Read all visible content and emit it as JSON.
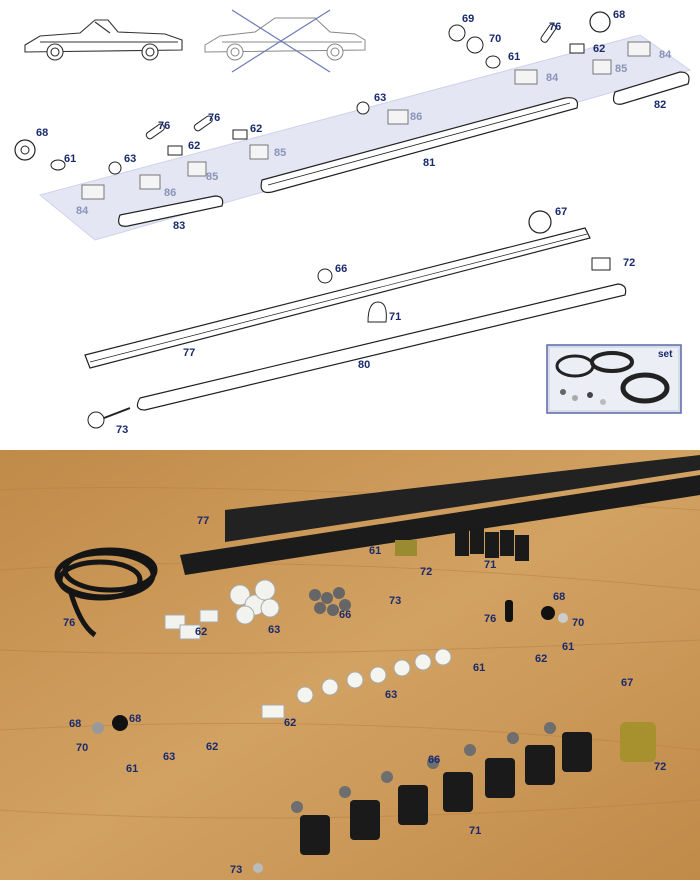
{
  "diagram": {
    "set_label": "set",
    "callouts_dark": [
      {
        "id": "c69",
        "text": "69"
      },
      {
        "id": "c68a",
        "text": "68"
      },
      {
        "id": "c70",
        "text": "70"
      },
      {
        "id": "c76a",
        "text": "76"
      },
      {
        "id": "c62a",
        "text": "62"
      },
      {
        "id": "c61a",
        "text": "61"
      },
      {
        "id": "c82",
        "text": "82"
      },
      {
        "id": "c63a",
        "text": "63"
      },
      {
        "id": "c68b",
        "text": "68"
      },
      {
        "id": "c61b",
        "text": "61"
      },
      {
        "id": "c76b",
        "text": "76"
      },
      {
        "id": "c76c",
        "text": "76"
      },
      {
        "id": "c62b",
        "text": "62"
      },
      {
        "id": "c62c",
        "text": "62"
      },
      {
        "id": "c63b",
        "text": "63"
      },
      {
        "id": "c81",
        "text": "81"
      },
      {
        "id": "c83",
        "text": "83"
      },
      {
        "id": "c67",
        "text": "67"
      },
      {
        "id": "c72",
        "text": "72"
      },
      {
        "id": "c66",
        "text": "66"
      },
      {
        "id": "c71",
        "text": "71"
      },
      {
        "id": "c77",
        "text": "77"
      },
      {
        "id": "c80",
        "text": "80"
      },
      {
        "id": "c73",
        "text": "73"
      }
    ],
    "callouts_muted": [
      {
        "id": "m84a",
        "text": "84"
      },
      {
        "id": "m85a",
        "text": "85"
      },
      {
        "id": "m84b",
        "text": "84"
      },
      {
        "id": "m86a",
        "text": "86"
      },
      {
        "id": "m85b",
        "text": "85"
      },
      {
        "id": "m86b",
        "text": "86"
      },
      {
        "id": "m85c",
        "text": "85"
      },
      {
        "id": "m84c",
        "text": "84"
      }
    ]
  },
  "photo": {
    "callouts": [
      {
        "id": "p77",
        "text": "77"
      },
      {
        "id": "p61a",
        "text": "61"
      },
      {
        "id": "p72a",
        "text": "72"
      },
      {
        "id": "p71a",
        "text": "71"
      },
      {
        "id": "p73a",
        "text": "73"
      },
      {
        "id": "p66a",
        "text": "66"
      },
      {
        "id": "p76a",
        "text": "76"
      },
      {
        "id": "p62a",
        "text": "62"
      },
      {
        "id": "p63a",
        "text": "63"
      },
      {
        "id": "p68a",
        "text": "68"
      },
      {
        "id": "p76b",
        "text": "76"
      },
      {
        "id": "p70a",
        "text": "70"
      },
      {
        "id": "p62b",
        "text": "62"
      },
      {
        "id": "p61b",
        "text": "61"
      },
      {
        "id": "p61c",
        "text": "61"
      },
      {
        "id": "p63b",
        "text": "63"
      },
      {
        "id": "p62c",
        "text": "62"
      },
      {
        "id": "p67",
        "text": "67"
      },
      {
        "id": "p68b",
        "text": "68"
      },
      {
        "id": "p68c",
        "text": "68"
      },
      {
        "id": "p70b",
        "text": "70"
      },
      {
        "id": "p63c",
        "text": "63"
      },
      {
        "id": "p62d",
        "text": "62"
      },
      {
        "id": "p61d",
        "text": "61"
      },
      {
        "id": "p72b",
        "text": "72"
      },
      {
        "id": "p66b",
        "text": "66"
      },
      {
        "id": "p71b",
        "text": "71"
      },
      {
        "id": "p73b",
        "text": "73"
      }
    ]
  },
  "colors": {
    "callout": "#1a2a6c",
    "callout_muted": "#8a93b8",
    "panel": "#e4e6f4",
    "wood": "#c9974f",
    "rubber": "#1c1c1c"
  }
}
